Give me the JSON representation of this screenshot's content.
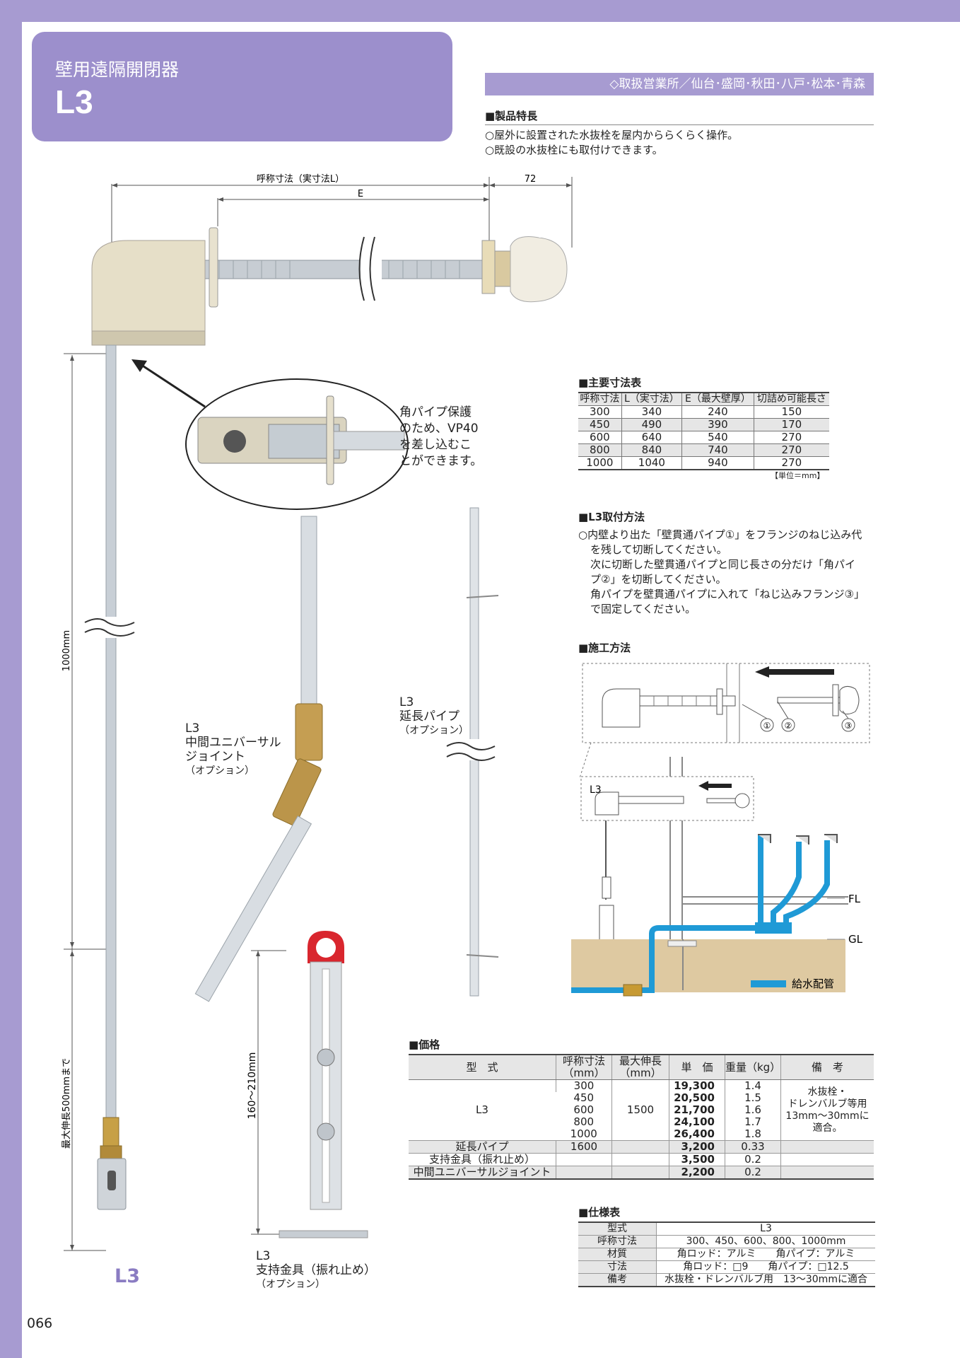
{
  "header": {
    "category": "壁用遠隔開閉器",
    "model": "L3",
    "offices": "◇取扱営業所／仙台･盛岡･秋田･八戸･松本･青森"
  },
  "features": {
    "heading": "■製品特長",
    "lines": [
      "○屋外に設置された水抜栓を屋内かららくらく操作。",
      "○既設の水抜栓にも取付けできます。"
    ]
  },
  "main_figure": {
    "dim_nominal": "呼称寸法（実寸法L）",
    "dim_e": "E",
    "dim_72": "72",
    "dim_1000": "1000mm",
    "dim_500": "最大伸長500mmまで",
    "label": "L3",
    "callout": [
      "角パイプ保護",
      "のため、VP40",
      "を差し込むこ",
      "とができます。"
    ]
  },
  "options": {
    "joint": [
      "L3",
      "中間ユニバーサル",
      "ジョイント",
      "（オプション）"
    ],
    "ext_pipe": [
      "L3",
      "延長パイプ",
      "（オプション）"
    ],
    "bracket": [
      "L3",
      "支持金具（振れ止め）",
      "（オプション）"
    ],
    "bracket_dim": "160～210mm"
  },
  "dimension_table": {
    "heading": "■主要寸法表",
    "columns": [
      "呼称寸法",
      "L（実寸法）",
      "E（最大壁厚）",
      "切詰め可能長さ"
    ],
    "rows": [
      [
        "300",
        "340",
        "240",
        "150"
      ],
      [
        "450",
        "490",
        "390",
        "170"
      ],
      [
        "600",
        "640",
        "540",
        "270"
      ],
      [
        "800",
        "840",
        "740",
        "270"
      ],
      [
        "1000",
        "1040",
        "940",
        "270"
      ]
    ],
    "unit": "【単位＝mm】"
  },
  "install": {
    "heading": "■L3取付方法",
    "lines": [
      "○内壁より出た「壁貫通パイプ①」をフランジのねじ込み代",
      "を残して切断してください。",
      "次に切断した壁貫通パイプと同じ長さの分だけ「角パイ",
      "プ②」を切断してください。",
      "角パイプを壁貫通パイプに入れて「ねじ込みフランジ③」",
      "で固定してください。"
    ]
  },
  "construction": {
    "heading": "■施工方法",
    "n1": "①",
    "n2": "②",
    "n3": "③",
    "l3": "L3",
    "fl": "FL",
    "gl": "GL",
    "legend": "給水配管",
    "pipe_color": "#1f9ad6"
  },
  "price": {
    "heading": "■価格",
    "columns": [
      "型　式",
      "呼称寸法（mm）",
      "最大伸長（mm）",
      "単　価",
      "重量（kg）",
      "備　考"
    ],
    "model": "L3",
    "max_ext": "1500",
    "l3_rows": [
      {
        "size": "300",
        "price": "19,300",
        "weight": "1.4"
      },
      {
        "size": "450",
        "price": "20,500",
        "weight": "1.5"
      },
      {
        "size": "600",
        "price": "21,700",
        "weight": "1.6"
      },
      {
        "size": "800",
        "price": "24,100",
        "weight": "1.7"
      },
      {
        "size": "1000",
        "price": "26,400",
        "weight": "1.8"
      }
    ],
    "note": [
      "水抜栓・",
      "ドレンバルブ等用",
      "13mm～30mmに",
      "適合。"
    ],
    "extra_rows": [
      {
        "name": "延長パイプ",
        "size": "1600",
        "price": "3,200",
        "weight": "0.33"
      },
      {
        "name": "支持金具（振れ止め）",
        "size": "",
        "price": "3,500",
        "weight": "0.2"
      },
      {
        "name": "中間ユニバーサルジョイント",
        "size": "",
        "price": "2,200",
        "weight": "0.2"
      }
    ]
  },
  "spec": {
    "heading": "■仕様表",
    "rows": [
      {
        "k": "型式",
        "v": "L3"
      },
      {
        "k": "呼称寸法",
        "v": "300、450、600、800、1000mm"
      },
      {
        "k": "材質",
        "v": "角ロッド：アルミ　　角パイプ：アルミ"
      },
      {
        "k": "寸法",
        "v": "角ロッド：□9　　角パイプ：□12.5"
      },
      {
        "k": "備考",
        "v": "水抜栓・ドレンバルブ用　13～30mmに適合"
      }
    ]
  },
  "page_number": "066"
}
